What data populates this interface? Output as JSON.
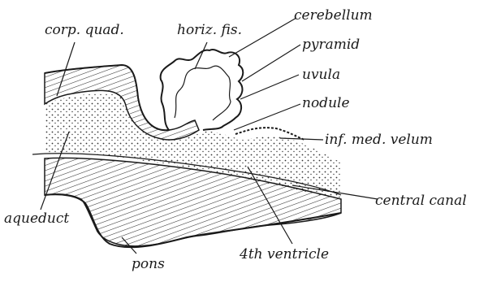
{
  "labels": {
    "corp_quad": "corp. quad.",
    "horiz_fis": "horiz. fis.",
    "cerebellum": "cerebellum",
    "pyramid": "pyramid",
    "uvula": "uvula",
    "nodule": "nodule",
    "inf_med_velum": "inf. med. velum",
    "central_canal": "central canal",
    "aqueduct": "aqueduct",
    "fourth_ventricle": "4th ventricle",
    "pons": "pons"
  }
}
